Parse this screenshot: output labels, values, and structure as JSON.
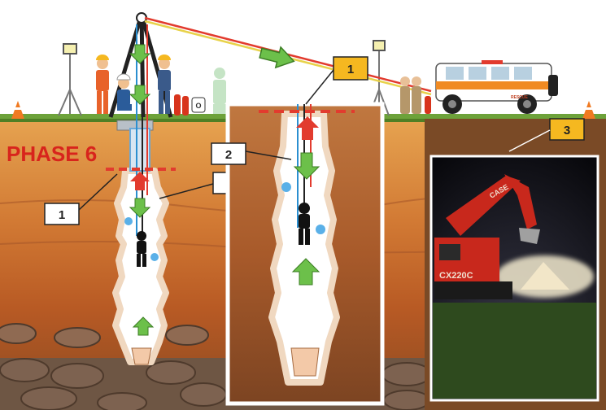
{
  "phase_title": "PHASE 6",
  "callouts": {
    "left_1": "1",
    "left_2": "2",
    "inset_1": "1",
    "inset_2": "2",
    "photo_3": "3"
  },
  "vehicle_text": {
    "hood": "RESCUE"
  },
  "photo": {
    "machine_brand": "CASE",
    "machine_model": "CX220C"
  },
  "colors": {
    "sky": "#ffffff",
    "grass": "#6da23a",
    "soil_top": "#d89040",
    "soil_mid": "#c86a2a",
    "soil_deep": "#9a4a1c",
    "rock": "#7a6452",
    "callout_white": "#ffffff",
    "callout_orange": "#f5b820",
    "cut_line": "#e23b2e",
    "arrow_green": "#6cc04a",
    "arrow_red": "#e23b2e",
    "phase_text": "#d8241c"
  }
}
